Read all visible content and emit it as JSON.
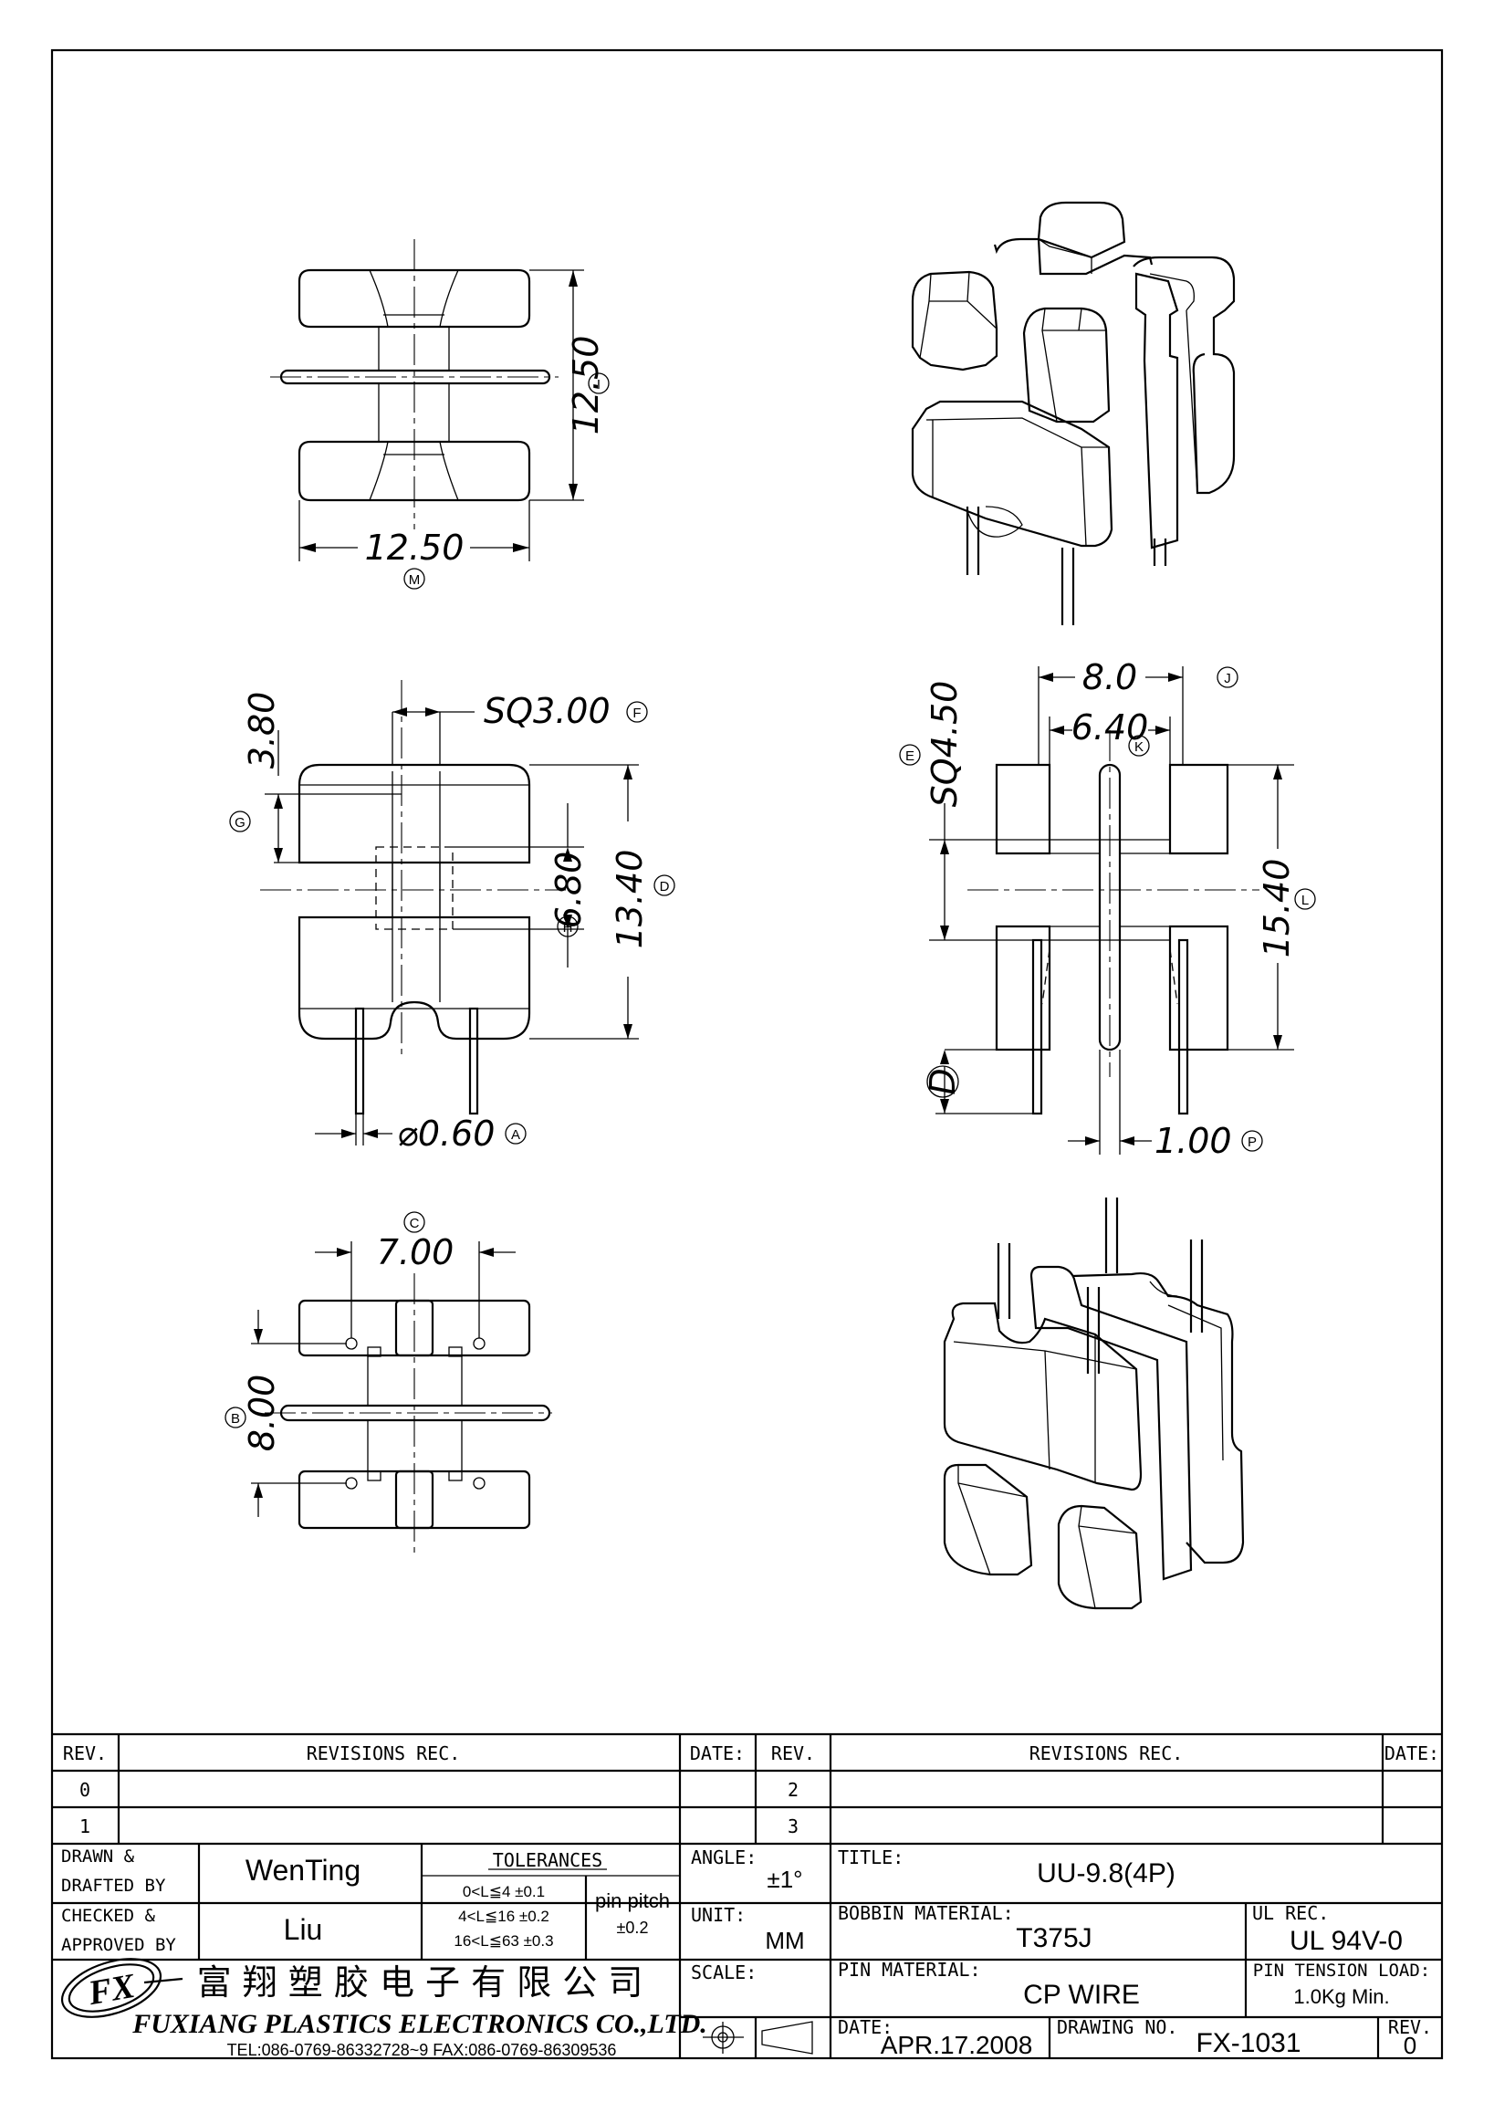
{
  "dimensions": {
    "top_view_height": "12.50",
    "top_view_height_ref": "I",
    "top_view_width": "12.50",
    "top_view_width_ref": "M",
    "front_d1": "3.80",
    "front_sq": "SQ3.00",
    "front_sq_ref": "F",
    "front_g_ref": "G",
    "front_d2": "6.80",
    "front_h_ref": "H",
    "front_d3": "13.40",
    "front_d3_ref": "D",
    "pin_dia": "⌀0.60",
    "pin_dia_ref": "A",
    "side_w1": "8.0",
    "side_w1_ref": "J",
    "side_w2": "6.40",
    "side_w2_ref": "K",
    "side_sq": "SQ4.50",
    "side_sq_ref": "E",
    "side_h": "15.40",
    "side_h_ref": "L",
    "side_d_ref": "D",
    "side_wall": "1.00",
    "side_wall_ref": "P",
    "bottom_pitch_ref": "C",
    "bottom_pitch": "7.00",
    "bottom_row": "8.00",
    "bottom_row_ref": "B"
  },
  "title_block": {
    "rev_header": "REV.",
    "revisions_header": "REVISIONS  REC.",
    "date_header": "DATE:",
    "rev_rows_left": [
      "0",
      "1"
    ],
    "rev_rows_right": [
      "2",
      "3"
    ],
    "drawn_label_1": "DRAWN &",
    "drawn_label_2": "DRAFTED BY",
    "drawn_by": "WenTing",
    "checked_label_1": "CHECKED &",
    "checked_label_2": "APPROVED BY",
    "checked_by": "Liu",
    "tolerances_label": "TOLERANCES",
    "tol_1": "0<L≦4   ±0.1",
    "tol_2": "4<L≦16  ±0.2",
    "tol_3": "16<L≦63  ±0.3",
    "pin_pitch_label": "pin pitch",
    "pin_pitch_tol": "±0.2",
    "angle_label": "ANGLE:",
    "angle_value": "±1°",
    "unit_label": "UNIT:",
    "unit_value": "MM",
    "scale_label": "SCALE:",
    "title_label": "TITLE:",
    "title_value": "UU-9.8(4P)",
    "bobbin_label": "BOBBIN MATERIAL:",
    "bobbin_value": "T375J",
    "ul_label": "UL REC.",
    "ul_value": "UL 94V-0",
    "pin_material_label": "PIN MATERIAL:",
    "pin_material_value": "CP WIRE",
    "pin_tension_label": "PIN TENSION LOAD:",
    "pin_tension_value": "1.0Kg Min.",
    "date_label": "DATE:",
    "date_value": "APR.17.2008",
    "drawing_no_label": "DRAWING NO.",
    "drawing_no_value": "FX-1031",
    "rev_label": "REV.",
    "rev_value": "0",
    "logo_text": "FX",
    "company_cn": "富 翔 塑 胶 电 子 有 限 公 司",
    "company_en": "FUXIANG PLASTICS ELECTRONICS CO.,LTD.",
    "contact": "TEL:086-0769-86332728~9  FAX:086-0769-86309536"
  }
}
